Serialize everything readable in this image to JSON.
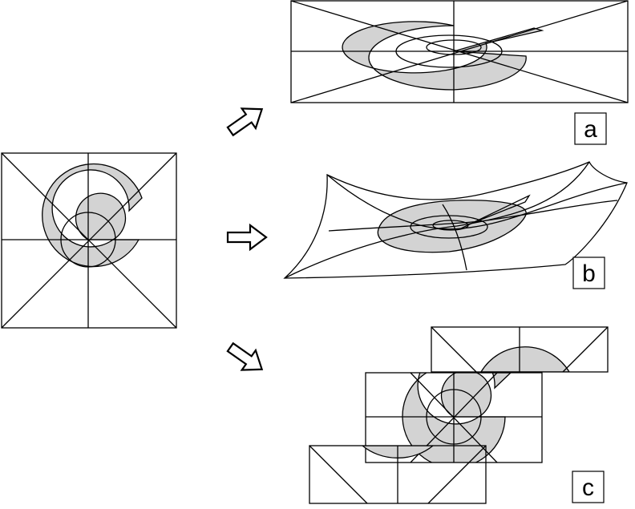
{
  "panels": [
    {
      "id": "a",
      "label": "a"
    },
    {
      "id": "b",
      "label": "b"
    },
    {
      "id": "c",
      "label": "c"
    }
  ],
  "colors": {
    "shape_fill": "#d3d3d3",
    "line": "#000000",
    "background": "#ffffff"
  }
}
